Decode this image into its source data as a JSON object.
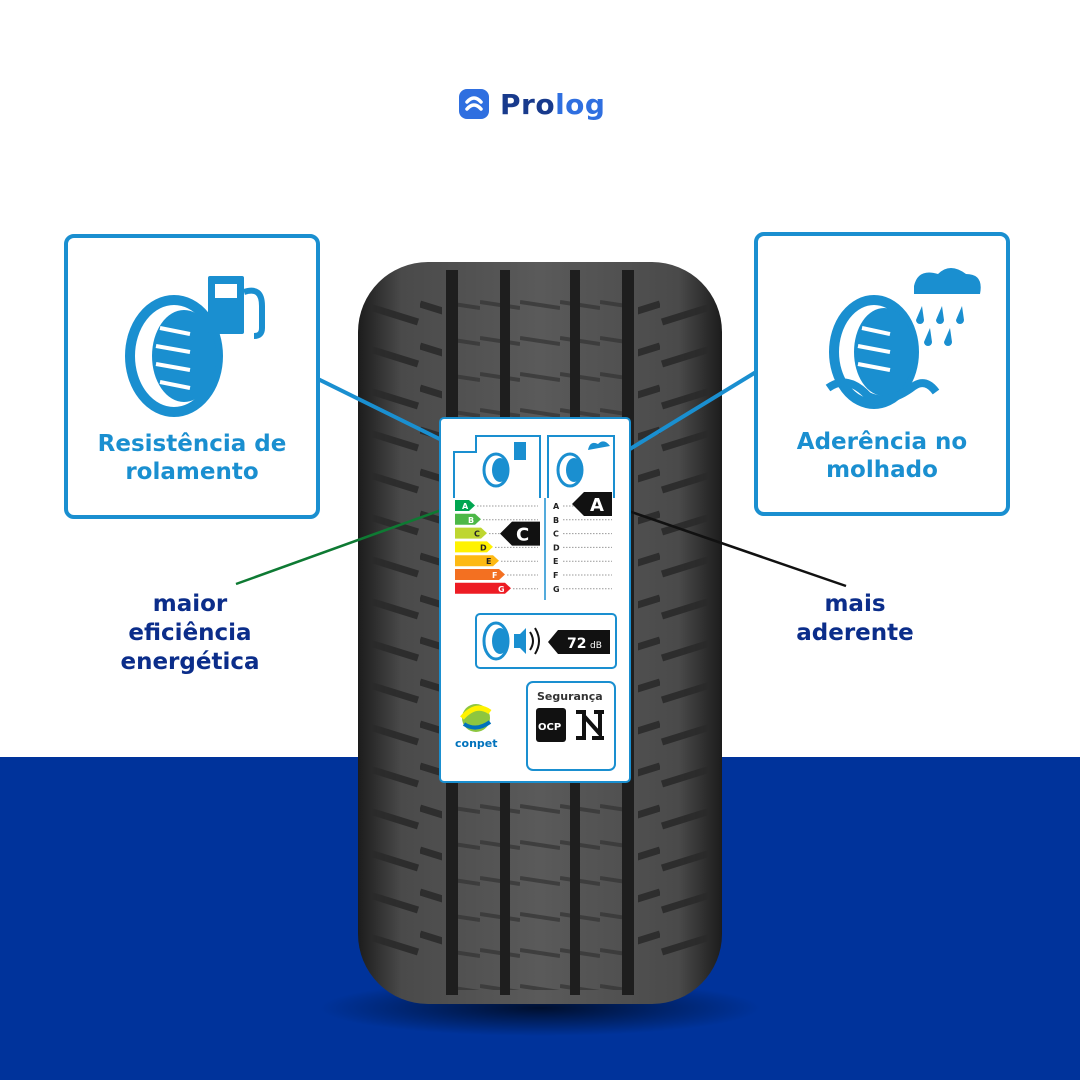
{
  "brand": {
    "name_part1": "Pro",
    "name_part2": "log"
  },
  "callouts": {
    "left": {
      "line1": "Resistência de",
      "line2": "rolamento"
    },
    "right": {
      "line1": "Aderência no",
      "line2": "molhado"
    }
  },
  "annotations": {
    "left": {
      "line1": "maior",
      "line2": "eficiência",
      "line3": "energética"
    },
    "right": {
      "line1": "mais",
      "line2": "aderente"
    }
  },
  "label": {
    "fuel_grades": [
      "A",
      "B",
      "C",
      "D",
      "E",
      "F",
      "G"
    ],
    "fuel_grade_colors": [
      "#00a651",
      "#4cb847",
      "#bed630",
      "#fff200",
      "#fdb913",
      "#f37021",
      "#ed1c24"
    ],
    "fuel_rating": "C",
    "wet_grades": [
      "A",
      "B",
      "C",
      "D",
      "E",
      "F",
      "G"
    ],
    "wet_rating": "A",
    "noise_value": "72",
    "noise_unit": "dB",
    "conpet_text": "conpet",
    "safety_title": "Segurança",
    "ocp_text": "OCP"
  }
}
